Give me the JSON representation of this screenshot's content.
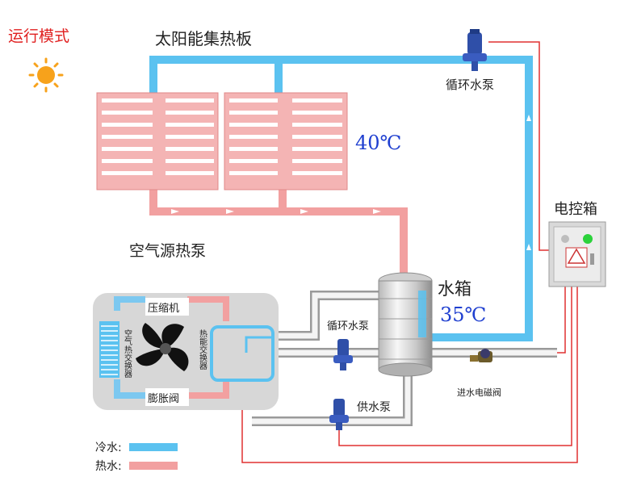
{
  "mode_title": "运行模式",
  "solar_panel_label": "太阳能集热板",
  "solar_temp": "40℃",
  "circulation_pump_top": "循环水泵",
  "control_box_label": "电控箱",
  "air_source_label": "空气源热泵",
  "water_tank_label": "水箱",
  "tank_temp": "35℃",
  "hp_compressor": "压缩机",
  "hp_evaporator": "空气热交换器",
  "hp_exchanger": "热能交换器",
  "hp_expansion": "膨胀阀",
  "circulation_pump_mid": "循环水泵",
  "supply_pump": "供水泵",
  "inlet_valve": "进水电磁阀",
  "legend": {
    "cold_label": "冷水:",
    "hot_label": "热水:",
    "cold_color": "#5bc2f0",
    "hot_color": "#f2a0a0"
  },
  "colors": {
    "cold_pipe": "#5bc2f0",
    "hot_pipe": "#f2a0a0",
    "wire": "#e03030",
    "grey_pipe": "#9a9a9a",
    "title_red": "#e02020",
    "temp_blue": "#1f3fd0"
  }
}
